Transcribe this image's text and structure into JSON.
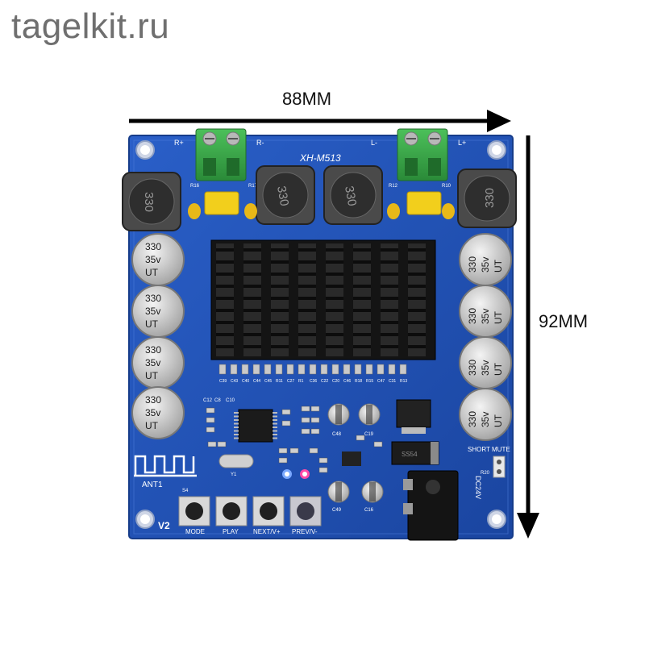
{
  "watermark": "tagelkit.ru",
  "dimensions": {
    "width": "88MM",
    "height": "92MM"
  },
  "board": {
    "model": "XH-M513",
    "version": "V2",
    "antenna": "ANT1",
    "power": "DC24V",
    "diode": "SS54",
    "jumpers": {
      "short": "SHORT",
      "mute": "MUTE"
    },
    "terminals": [
      "R+",
      "R-",
      "L-",
      "L+"
    ],
    "inductor_value": "330",
    "capacitor_lines": [
      "330",
      "35v",
      "UT"
    ],
    "buttons": [
      "MODE",
      "PLAY",
      "NEXT/V+",
      "PREV/V-"
    ],
    "caps_small": [
      "C48",
      "C19",
      "C49",
      "C16"
    ],
    "refs_top": [
      "R16",
      "R17",
      "R12",
      "R10"
    ],
    "refs_heatsink": [
      "C39",
      "C43",
      "C40",
      "C44",
      "C45",
      "R11",
      "C27",
      "R1",
      "C36",
      "C22",
      "C20",
      "C46",
      "R18",
      "R15",
      "C47",
      "C31",
      "R13"
    ],
    "refs_misc": [
      "S4",
      "Y1",
      "C12",
      "C8",
      "C10",
      "R20"
    ]
  },
  "colors": {
    "pcb": "#1f4fb3",
    "terminal": "#3aa64a",
    "heatsink": "#1a1a1a",
    "cap_body": "#d8d8d8",
    "film_cap": "#f2cf1c"
  }
}
